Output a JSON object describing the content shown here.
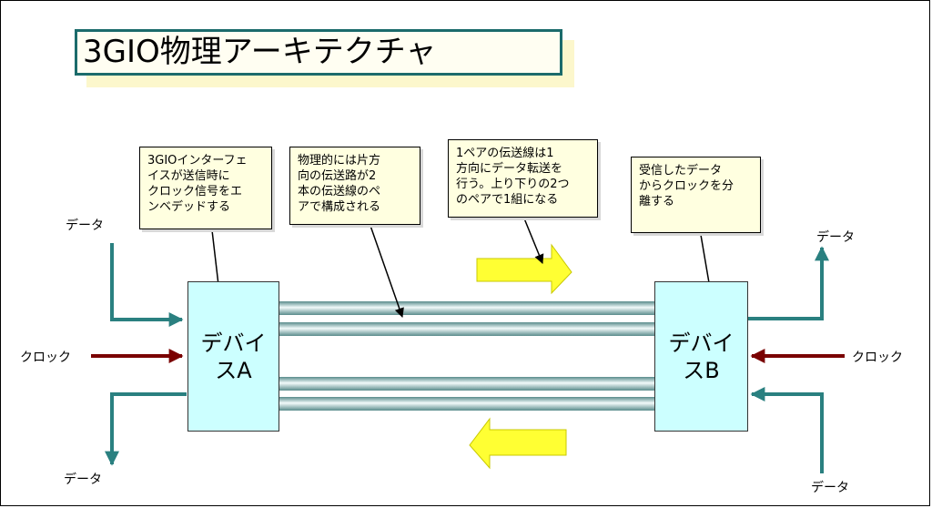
{
  "title": "3GIO物理アーキテクチャ",
  "notes": {
    "clock_embed": "3GIOインターフェ\nイスが送信時に\nクロック信号をエ\nンベデッドする",
    "lane_pair": "物理的には片方\n向の伝送路が2\n本の伝送線のペ\nアで構成される",
    "pair_direction": "1ペアの伝送線は1\n方向にデータ転送を\n行う。上り下りの2つ\nのペアで1組になる",
    "clock_recovery": "受信したデータ\nからクロックを分\n離する"
  },
  "devices": {
    "a": "デバイ\nスA",
    "b": "デバイ\nスB"
  },
  "labels": {
    "data_in_a": "データ",
    "clock_a": "クロック",
    "data_out_a": "データ",
    "data_out_b": "データ",
    "clock_b": "クロック",
    "data_in_b": "データ"
  },
  "colors": {
    "title_border": "#1b6b6b",
    "signal_line": "#2a8080",
    "clock_line": "#7a0000",
    "device_fill": "#ccffff",
    "note_fill": "#ffffe0",
    "direction_arrow": "#ffff33"
  }
}
